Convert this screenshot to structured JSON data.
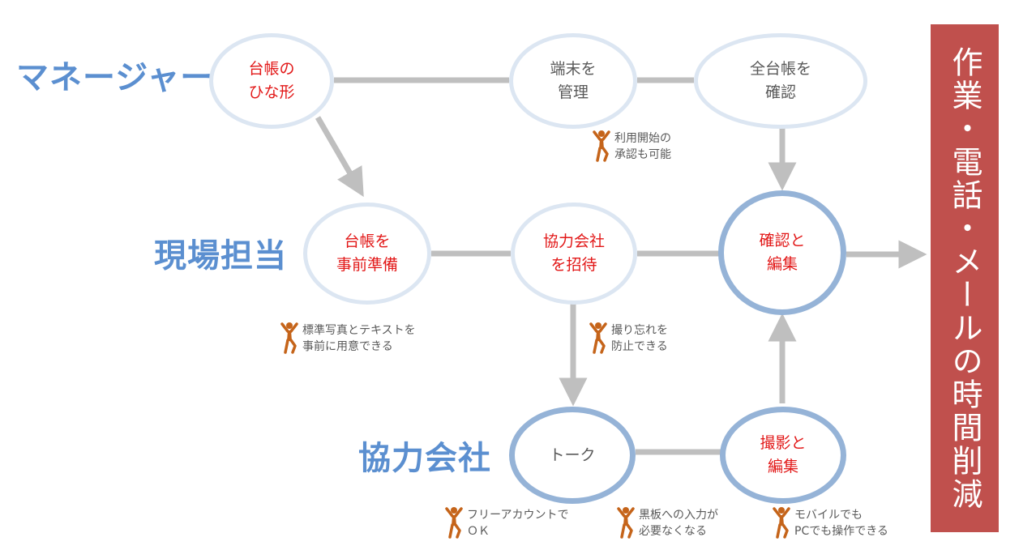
{
  "roles": {
    "manager": "マネージャー",
    "site_staff": "現場担当",
    "partner": "協力会社"
  },
  "nodes": {
    "ledger_template": "台帳の\nひな形",
    "manage_devices": "端末を\n管理",
    "check_all_ledgers": "全台帳を\n確認",
    "prepare_ledger": "台帳を\n事前準備",
    "invite_partner": "協力会社\nを招待",
    "review_edit": "確認と\n編集",
    "talk": "トーク",
    "shoot_edit": "撮影と\n編集"
  },
  "notes": {
    "approve_usage": "利用開始の\n承認も可能",
    "prepare_photos": "標準写真とテキストを\n事前に用意できる",
    "prevent_missed": "撮り忘れを\n防止できる",
    "free_account": "フリーアカウントで\nＯＫ",
    "no_blackboard": "黒板への入力が\n必要なくなる",
    "mobile_pc": "モバイルでも\nPCでも操作できる"
  },
  "banner": "作業・電話・メールの時間削減",
  "colors": {
    "role_blue": "#5b8fd0",
    "node_red_text": "#e21818",
    "node_gray_text": "#595959",
    "light_ring": "#dce6f2",
    "strong_ring": "#95b3d7",
    "connector": "#bfbfbf",
    "person_icon": "#c5641a",
    "banner_bg": "#c0504d"
  }
}
